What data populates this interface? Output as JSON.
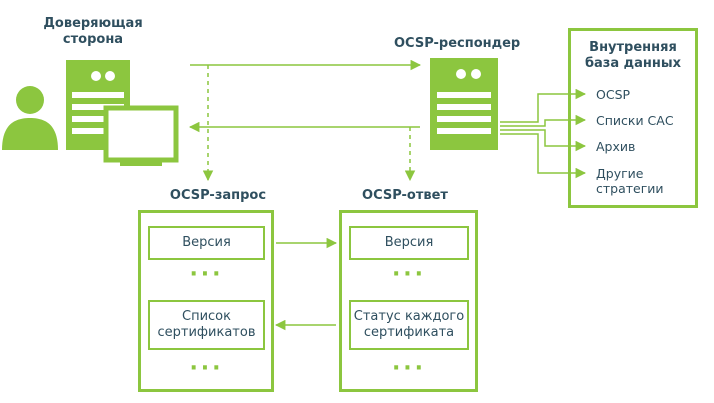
{
  "colors": {
    "accent": "#8cc63f",
    "text": "#2f4f5f",
    "icon": "#8cc63f"
  },
  "relying_party": {
    "title": "Доверяющая\nсторона"
  },
  "responder": {
    "title": "OCSP-респондер"
  },
  "database": {
    "title": "Внутренняя\nбаза данных",
    "items": [
      "OCSP",
      "Списки САС",
      "Архив",
      "Другие\nстратегии"
    ]
  },
  "request": {
    "title": "OCSP-запрос",
    "fields": [
      "Версия",
      "...",
      "Список\nсертификатов",
      "..."
    ]
  },
  "response": {
    "title": "OCSP-ответ",
    "fields": [
      "Версия",
      "...",
      "Статус каждого\nсертификата",
      "..."
    ]
  },
  "icons": [
    "user-icon",
    "server-icon",
    "monitor-icon",
    "responder-server-icon"
  ]
}
